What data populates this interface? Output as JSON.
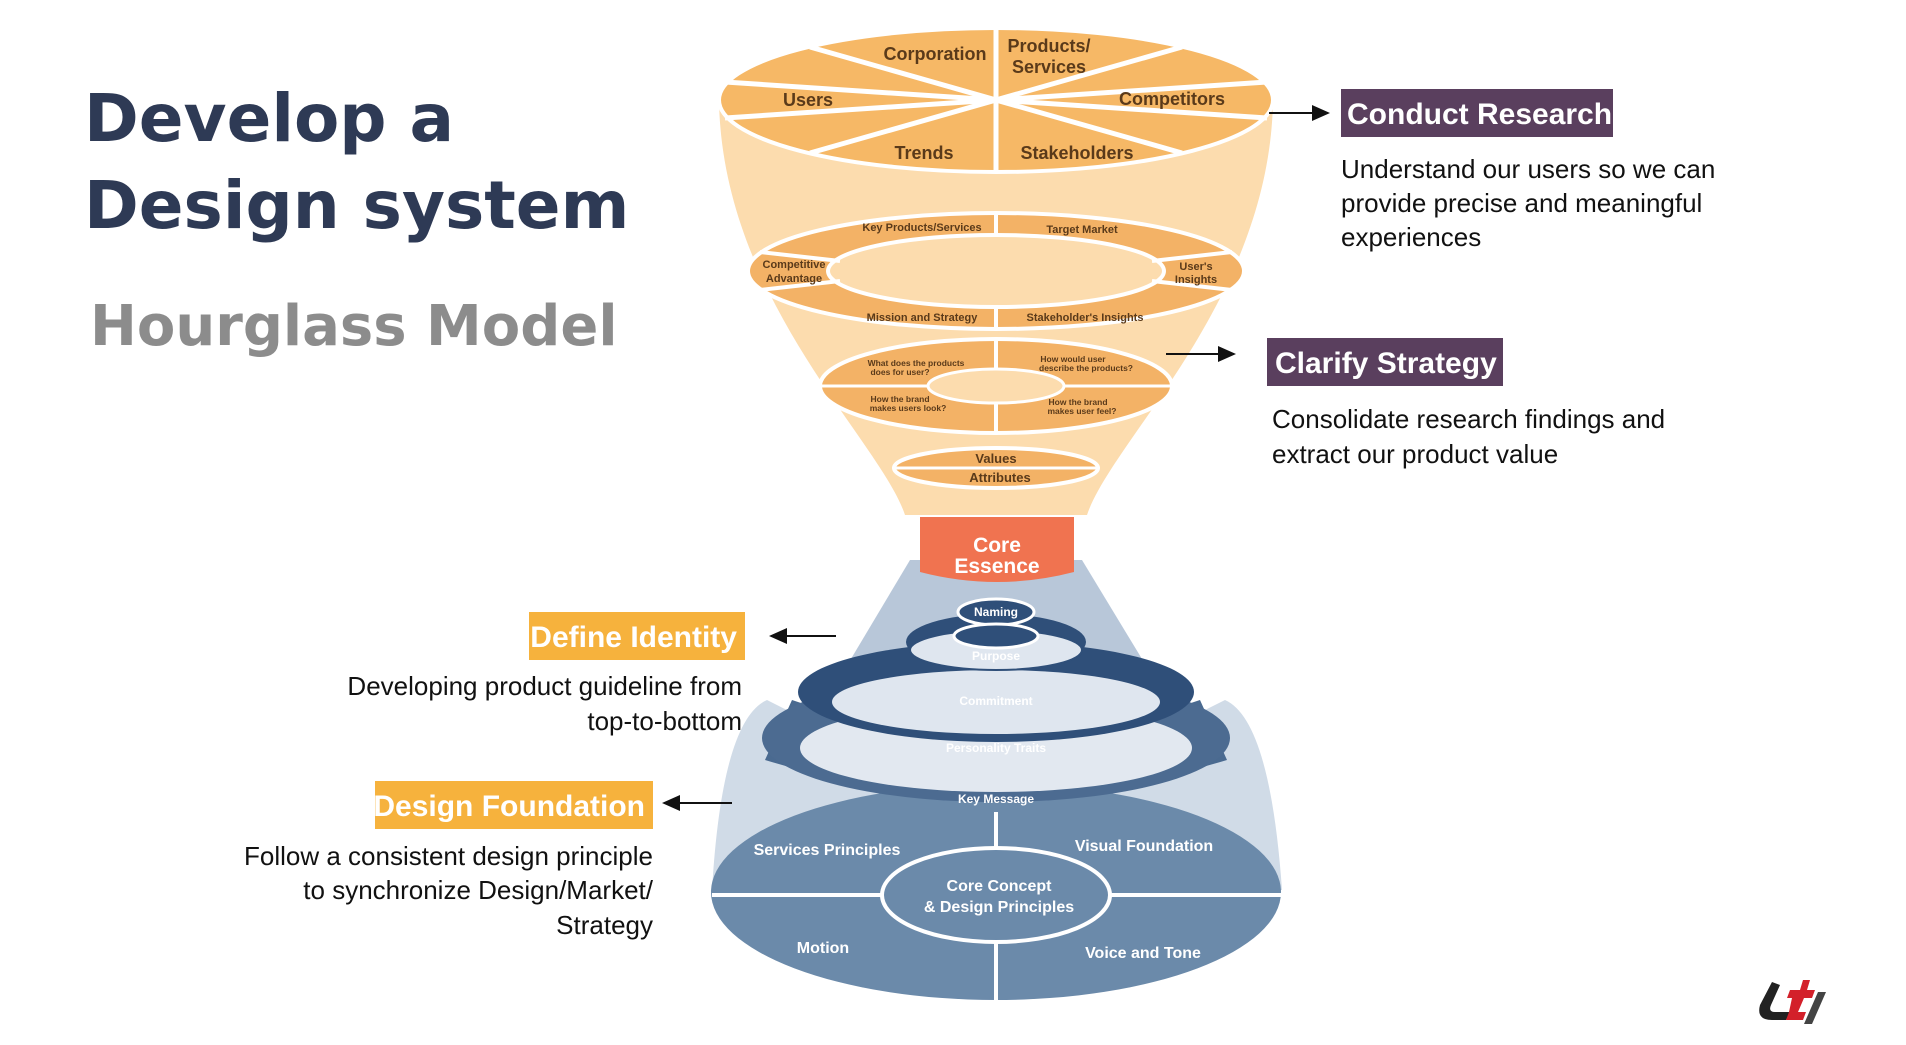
{
  "title": {
    "line1": "Develop a",
    "line2": "Design system",
    "subtitle": "Hourglass Model"
  },
  "colors": {
    "research_tag": "#5a3f5e",
    "identity_tag": "#f6b23d",
    "core_essence": "#f07350",
    "orange": "#f3b266",
    "blue_dark": "#2f4f79",
    "blue_mid": "#6b8aaa"
  },
  "top": {
    "segments": [
      "Corporation",
      "Products/",
      "Services",
      "Users",
      "Competitors",
      "Trends",
      "Stakeholders"
    ],
    "ring2": [
      "Key Products/Services",
      "Target Market",
      "Competitive",
      "Advantage",
      "User's",
      "Insights",
      "Mission and Strategy",
      "Stakeholder's Insights"
    ],
    "ring3": [
      "What does the products",
      "does for user?",
      "How would user",
      "describe the products?",
      "How the brand",
      "makes users look?",
      "How the brand",
      "makes user feel?"
    ],
    "ring4": [
      "Values",
      "Attributes"
    ]
  },
  "core_essence": [
    "Core",
    "Essence"
  ],
  "bottom": {
    "rings": [
      "Naming",
      "Purpose",
      "Commitment",
      "Personality Traits",
      "Key Message"
    ],
    "base": [
      "Services Principles",
      "Visual Foundation",
      "Motion",
      "Voice and Tone"
    ],
    "core": [
      "Core Concept",
      "& Design Principles"
    ]
  },
  "labels": {
    "research": {
      "tag": "Conduct Research",
      "desc": [
        "Understand our users so we can",
        "provide precise and meaningful",
        "experiences"
      ]
    },
    "strategy": {
      "tag": "Clarify Strategy",
      "desc": [
        "Consolidate research findings and",
        "extract our product value"
      ]
    },
    "identity": {
      "tag": "Define Identity",
      "desc": [
        "Developing product guideline from",
        "top-to-bottom"
      ]
    },
    "foundation": {
      "tag": "Design Foundation",
      "desc": [
        "Follow a consistent design principle",
        "to synchronize Design/Market/",
        "Strategy"
      ]
    }
  },
  "logo": {
    "icon": "brand-logo"
  }
}
